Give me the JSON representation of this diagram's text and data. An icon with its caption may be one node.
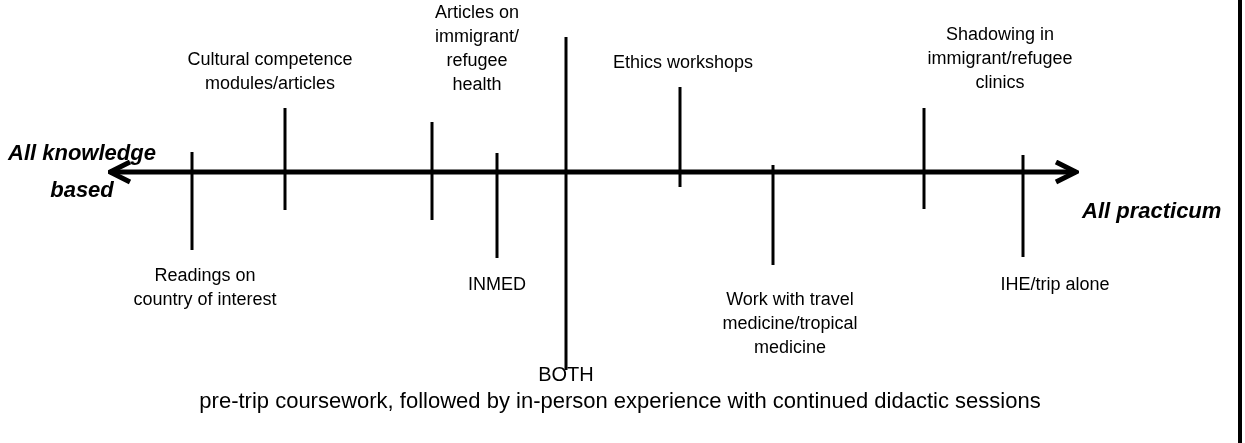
{
  "diagram": {
    "labels": [
      "Articles on immigrant/ refugee health",
      "Cultural competence modules/articles",
      "Ethics workshops",
      "Shadowing in immigrant/refugee clinics",
      "All knowledge based",
      "All practicum",
      "Readings on country of interest",
      "INMED",
      "IHE/trip alone",
      "Work with travel medicine/tropical medicine",
      "BOTH",
      "pre-trip coursework, followed by in-person experience with continued didactic sessions"
    ]
  }
}
